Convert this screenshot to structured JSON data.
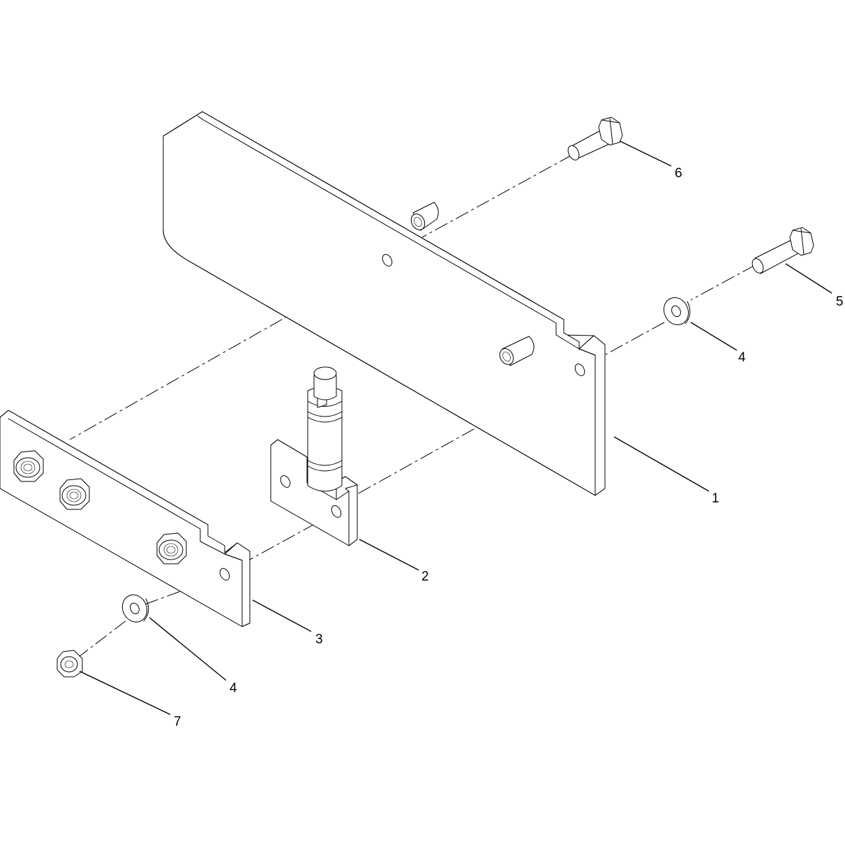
{
  "diagram": {
    "callouts": [
      {
        "id": "c1",
        "label": "1"
      },
      {
        "id": "c2",
        "label": "2"
      },
      {
        "id": "c3",
        "label": "3"
      },
      {
        "id": "c4a",
        "label": "4"
      },
      {
        "id": "c4b",
        "label": "4"
      },
      {
        "id": "c5",
        "label": "5"
      },
      {
        "id": "c6",
        "label": "6"
      },
      {
        "id": "c7",
        "label": "7"
      }
    ]
  }
}
